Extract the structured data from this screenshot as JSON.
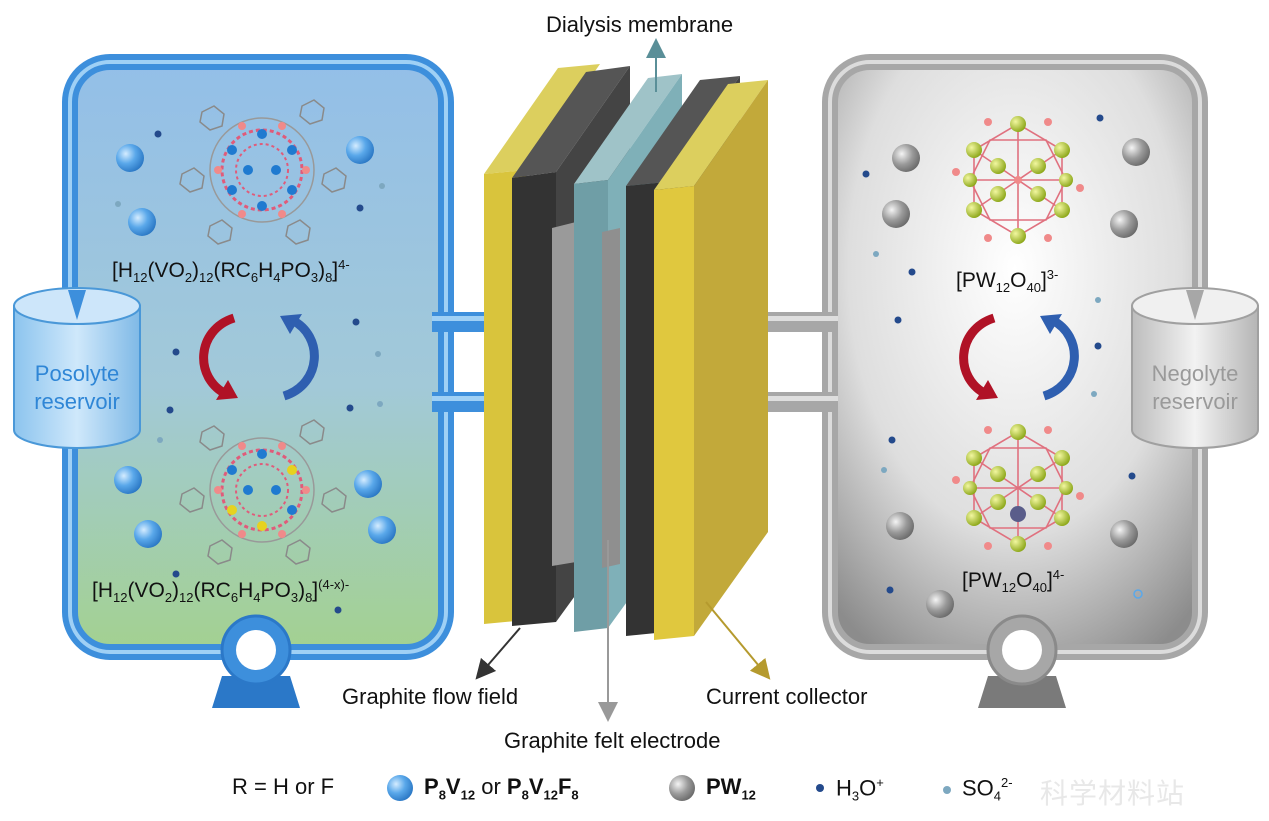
{
  "labels": {
    "dialysis_membrane": "Dialysis membrane",
    "graphite_flow_field": "Graphite flow field",
    "graphite_felt_electrode": "Graphite felt electrode",
    "current_collector": "Current collector"
  },
  "posolyte": {
    "reservoir_line1": "Posolyte",
    "reservoir_line2": "reservoir",
    "formula_top": {
      "a": "[H",
      "b": "12",
      "c": "(VO",
      "d": "2",
      "e": ")",
      "f": "12",
      "g": "(RC",
      "h": "6",
      "i": "H",
      "j": "4",
      "k": "PO",
      "l": "3",
      "m": ")",
      "n": "8",
      "o": "]",
      "p": "4-"
    },
    "formula_bottom": {
      "a": "[H",
      "b": "12",
      "c": "(VO",
      "d": "2",
      "e": ")",
      "f": "12",
      "g": "(RC",
      "h": "6",
      "i": "H",
      "j": "4",
      "k": "PO",
      "l": "3",
      "m": ")",
      "n": "8",
      "o": "]",
      "p": "(4-x)-"
    }
  },
  "negolyte": {
    "reservoir_line1": "Negolyte",
    "reservoir_line2": "reservoir",
    "formula_top": {
      "a": "[PW",
      "b": "12",
      "c": "O",
      "d": "40",
      "e": "]",
      "f": "3-"
    },
    "formula_bottom": {
      "a": "[PW",
      "b": "12",
      "c": "O",
      "d": "40",
      "e": "]",
      "f": "4-"
    }
  },
  "legend": {
    "r_def": "R = H or F",
    "p8v12": {
      "a": "P",
      "b": "8",
      "c": "V",
      "d": "12"
    },
    "or": "or",
    "p8v12f8": {
      "a": "P",
      "b": "8",
      "c": "V",
      "d": "12",
      "e": "F",
      "f": "8"
    },
    "pw12": {
      "a": "PW",
      "b": "12"
    },
    "h3o": {
      "a": "H",
      "b": "3",
      "c": "O",
      "d": "+"
    },
    "so4": {
      "a": "SO",
      "b": "4",
      "c": "2-"
    }
  },
  "watermark": "科学材料站",
  "colors": {
    "pos_frame": "#3d8fdc",
    "pos_fill_top": "#8fbde8",
    "pos_fill_bottom": "#9ccf8f",
    "neg_frame": "#a7a7a7",
    "neg_fill": "#e8e8e8",
    "current_collector": "#c8b23c",
    "flow_field": "#3a3a3a",
    "membrane": "#6f9ea6",
    "felt": "#8f8f8f",
    "h3o": "#244a8c",
    "so4": "#7da8c0",
    "redox_red": "#b01226",
    "redox_blue": "#2f5fb0"
  }
}
